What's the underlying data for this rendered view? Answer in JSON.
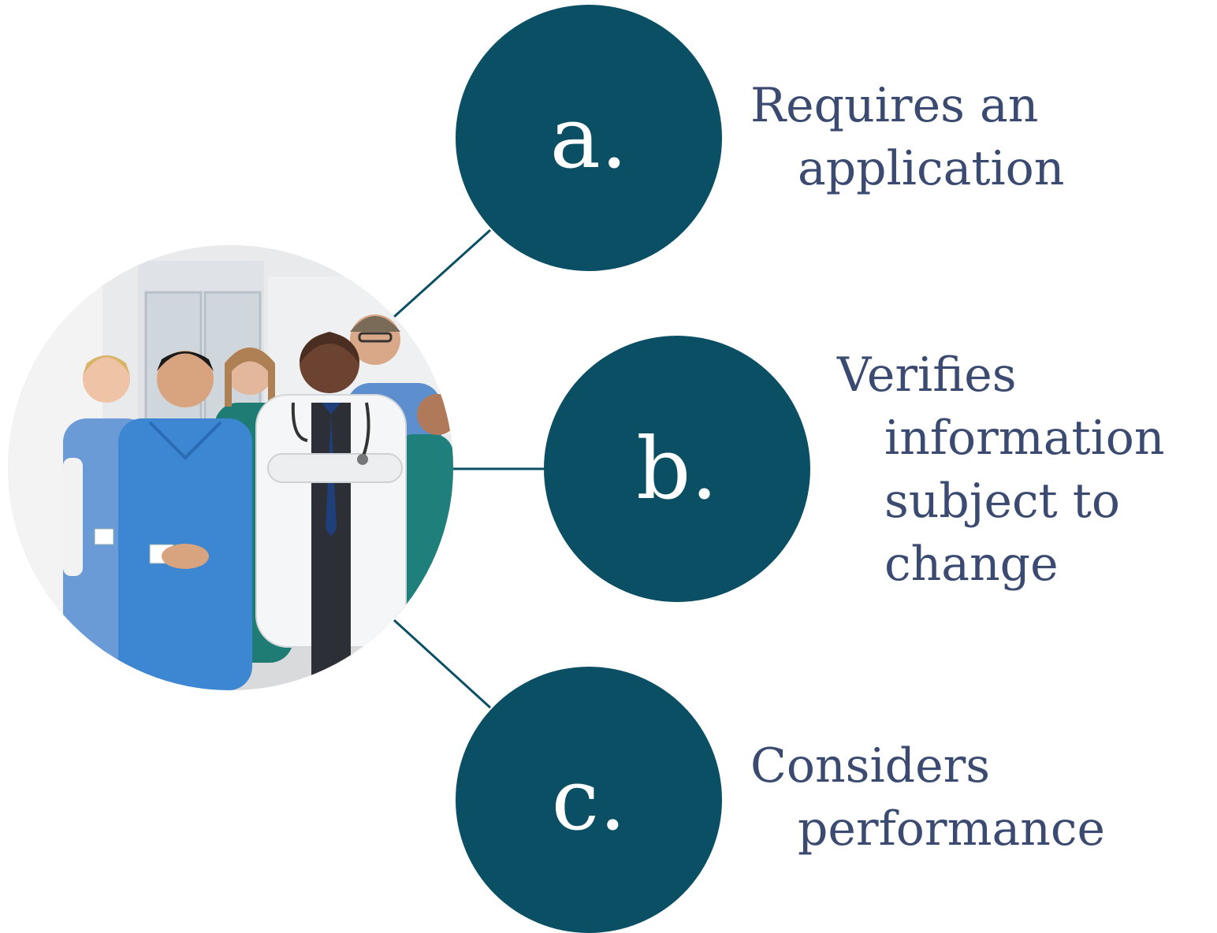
{
  "items": [
    {
      "letter": "a.",
      "lines": [
        "Requires an",
        "application"
      ]
    },
    {
      "letter": "b.",
      "lines": [
        "Verifies",
        "information",
        "subject to",
        "change"
      ]
    },
    {
      "letter": "c.",
      "lines": [
        "Considers",
        "performance"
      ]
    }
  ],
  "colors": {
    "circle_fill": "#0b4f64",
    "caption_text": "#3b4a70",
    "connector": "#0b4f64",
    "letter_text": "#ffffff"
  },
  "photo": {
    "icon": "medical-team-photo"
  }
}
